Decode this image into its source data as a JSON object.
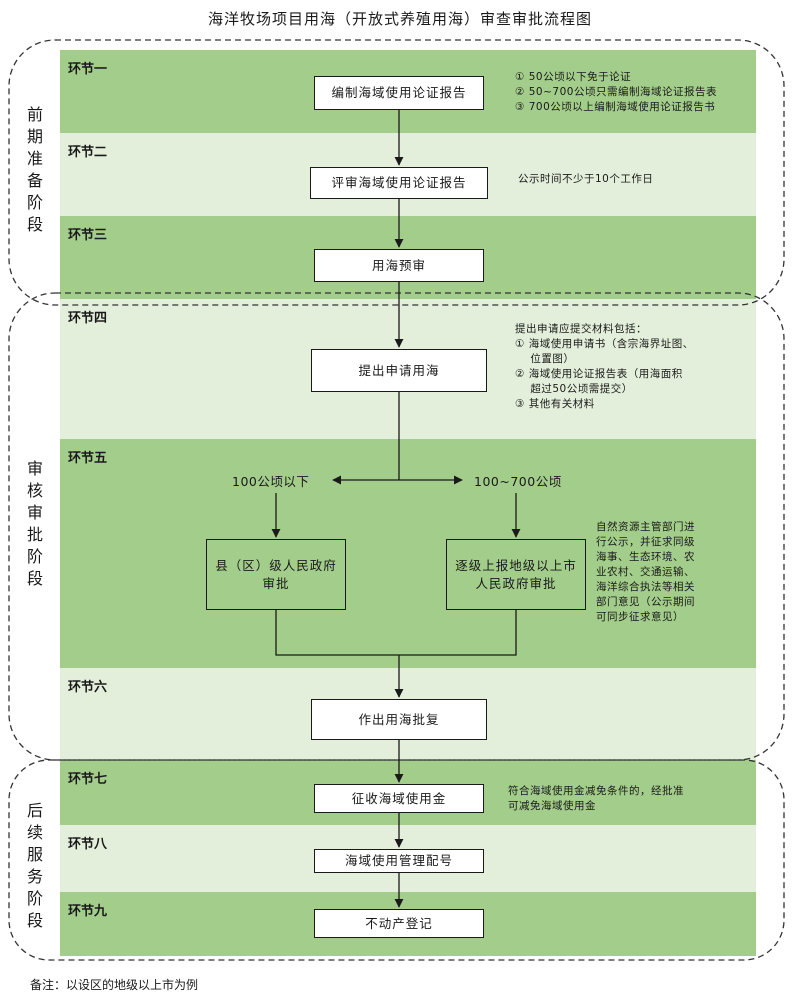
{
  "title": "海洋牧场项目用海（开放式养殖用海）审查审批流程图",
  "phases": [
    {
      "label": "前期准备阶段",
      "chars": [
        "前",
        "期",
        "准",
        "备",
        "阶",
        "段"
      ]
    },
    {
      "label": "审核审批阶段",
      "chars": [
        "审",
        "核",
        "审",
        "批",
        "阶",
        "段"
      ]
    },
    {
      "label": "后续服务阶段",
      "chars": [
        "后",
        "续",
        "服",
        "务",
        "阶",
        "段"
      ]
    }
  ],
  "stages": [
    "环节一",
    "环节二",
    "环节三",
    "环节四",
    "环节五",
    "环节六",
    "环节七",
    "环节八",
    "环节九"
  ],
  "steps": {
    "s1": "编制海域使用论证报告",
    "s2": "评审海域使用论证报告",
    "s3": "用海预审",
    "s4": "提出申请用海",
    "s5a": [
      "县（区）级人民政府",
      "审批"
    ],
    "s5b": [
      "逐级上报地级以上市",
      "人民政府审批"
    ],
    "s6": "作出用海批复",
    "s7": "征收海域使用金",
    "s8": "海域使用管理配号",
    "s9": "不动产登记"
  },
  "branches": {
    "left": "100公顷以下",
    "right": "100~700公顷"
  },
  "notes": {
    "n1": [
      "① 50公顷以下免于论证",
      "② 50~700公顷只需编制海域论证报告表",
      "③ 700公顷以上编制海域使用论证报告书"
    ],
    "n2": [
      "公示时间不少于10个工作日"
    ],
    "n4": [
      "提出申请应提交材料包括：",
      "① 海域使用申请书（含宗海界址图、",
      "    位置图）",
      "② 海域使用论证报告表（用海面积",
      "    超过50公顷需提交）",
      "③ 其他有关材料"
    ],
    "n5": [
      "自然资源主管部门进",
      "行公示，并征求同级",
      "海事、生态环境、农",
      "业农村、交通运输、",
      "海洋综合执法等相关",
      "部门意见（公示期间",
      "可同步征求意见）"
    ],
    "n7": [
      "符合海域使用金减免条件的，经批准",
      "可减免海域使用金"
    ]
  },
  "footnote": "备注：以设区的地级以上市为例",
  "colors": {
    "band_dark": "#a3cd8a",
    "band_light": "#e3efdb",
    "line": "#1a1a1a",
    "dash": "#333333"
  }
}
